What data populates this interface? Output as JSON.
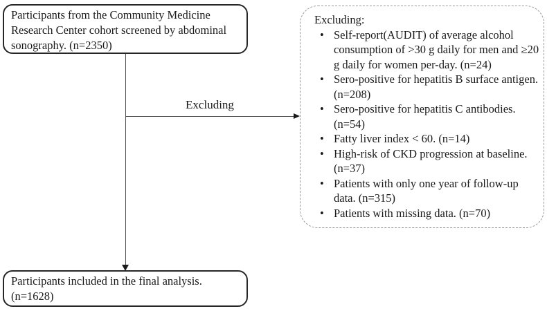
{
  "diagram": {
    "top_box": {
      "text": "Participants from the Community Medicine Research Center cohort screened by abdominal sonography. (n=2350)"
    },
    "edge_label": "Excluding",
    "exclusion_box": {
      "title": "Excluding:",
      "items": [
        "Self-report(AUDIT) of average alcohol consumption of >30 g daily for men and ≥20 g daily for women per-day. (n=24)",
        "Sero-positive for hepatitis B surface antigen. (n=208)",
        "Sero-positive for hepatitis C antibodies. (n=54)",
        "Fatty liver index < 60. (n=14)",
        "High-risk of CKD progression at baseline. (n=37)",
        "Patients with only one year of follow-up data. (n=315)",
        "Patients with missing data. (n=70)"
      ]
    },
    "bottom_box": {
      "text": "Participants included in the final analysis. (n=1628)"
    },
    "colors": {
      "background": "#ffffff",
      "text": "#1a1a1a",
      "solid_border": "#262626",
      "dashed_border": "#999999",
      "connector": "#4d4d4d"
    }
  }
}
